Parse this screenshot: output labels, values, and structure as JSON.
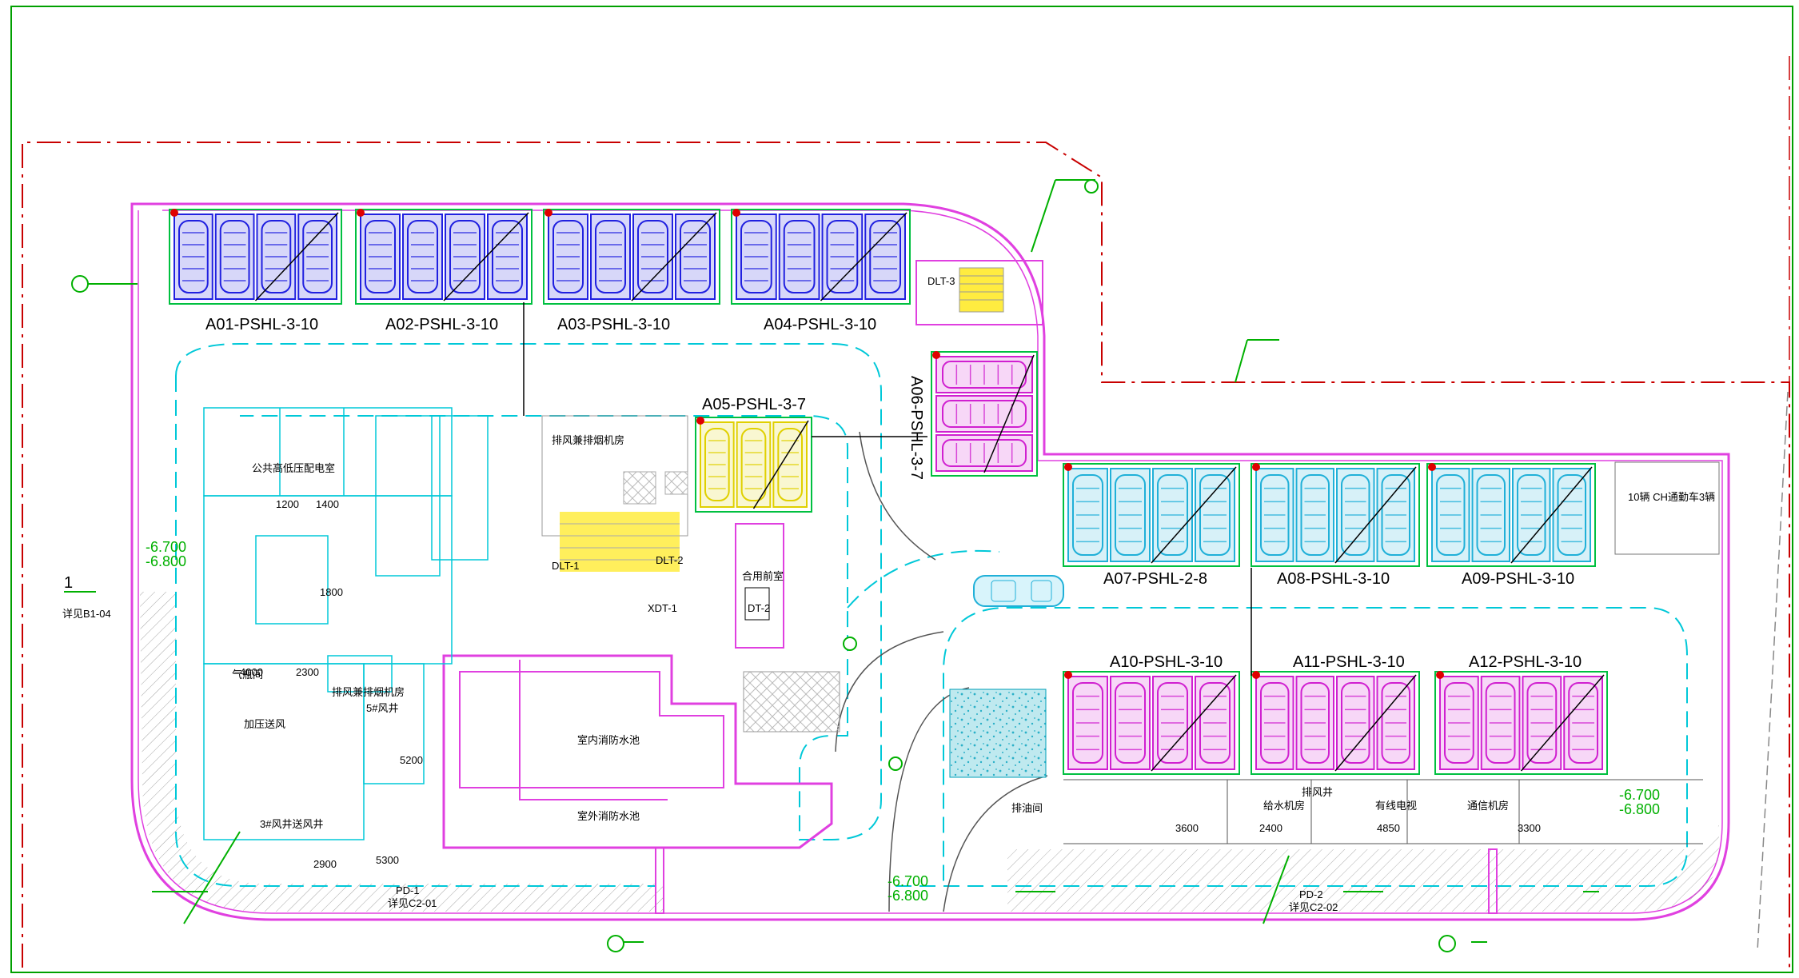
{
  "diagram": {
    "type": "underground parking floor plan (CAD drawing)",
    "colors": {
      "outer_wall": "#e040e0",
      "lane": "#00c8d8",
      "annotation": "#00b000",
      "machine_blue": "#2020e0",
      "machine_magenta": "#d020d0",
      "machine_cyan": "#20b0d8",
      "machine_yellow": "#e0d000",
      "boundary": "#d00000",
      "green_border": "#00a000"
    },
    "parking_groups": [
      {
        "id": "A01",
        "label": "A01-PSHL-3-10",
        "variant": "blue",
        "bays": 4
      },
      {
        "id": "A02",
        "label": "A02-PSHL-3-10",
        "variant": "blue",
        "bays": 4
      },
      {
        "id": "A03",
        "label": "A03-PSHL-3-10",
        "variant": "blue",
        "bays": 4
      },
      {
        "id": "A04",
        "label": "A04-PSHL-3-10",
        "variant": "blue",
        "bays": 4
      },
      {
        "id": "A05",
        "label": "A05-PSHL-3-7",
        "variant": "yellow",
        "bays": 3
      },
      {
        "id": "A06",
        "label": "A06-PSHL-3-7",
        "variant": "magenta",
        "bays": 3
      },
      {
        "id": "A07",
        "label": "A07-PSHL-2-8",
        "variant": "cyan",
        "bays": 4
      },
      {
        "id": "A08",
        "label": "A08-PSHL-3-10",
        "variant": "cyan",
        "bays": 4
      },
      {
        "id": "A09",
        "label": "A09-PSHL-3-10",
        "variant": "cyan",
        "bays": 4
      },
      {
        "id": "A10",
        "label": "A10-PSHL-3-10",
        "variant": "magenta",
        "bays": 4
      },
      {
        "id": "A11",
        "label": "A11-PSHL-3-10",
        "variant": "magenta",
        "bays": 4
      },
      {
        "id": "A12",
        "label": "A12-PSHL-3-10",
        "variant": "magenta",
        "bays": 4
      }
    ],
    "texts": {
      "dlt3": "DLT-3",
      "dlt1": "DLT-1",
      "dlt2": "DLT-2",
      "dt2": "DT-2",
      "xdt1": "XDT-1",
      "pd1": "PD-1",
      "pd2": "PD-2",
      "pd1_ref": "详见C2-01",
      "pd2_ref": "详见C2-02",
      "section_mark": "1",
      "section_ref": "详见B1-04",
      "level_left": "-6.700",
      "level_left2": "-6.800",
      "level_right": "-6.700",
      "level_right2": "-6.800",
      "level_bottom": "-6.700",
      "level_bottom2": "-6.800",
      "cart_note": "10辆 CH通勤车3辆",
      "room_pool": "室内消防水池",
      "room_pool2": "室外消防水池",
      "room_fan": "排风兼排烟机房",
      "room_fan5": "5#风井",
      "room_pump": "加压送风",
      "room_gas": "气瓶间",
      "room_elec": "公共高低压配电室",
      "room_shaft3": "3#风井送风井",
      "room_lift": "合用前室",
      "room_pump2": "排油间",
      "room_cable": "有线电视",
      "room_water": "给水机房",
      "room_tel": "通信机房",
      "room_fan2": "排风井",
      "room_exhaust": "排风兼排烟机房",
      "dim_a": "2900",
      "dim_b": "2300",
      "dim_c": "5300",
      "dim_d": "1200",
      "dim_e": "5200",
      "dim_f": "4850",
      "dim_g": "3600",
      "dim_h": "2400",
      "dim_i": "3300",
      "dim_j": "1800",
      "dim_k": "4000",
      "dim_l": "1400"
    }
  }
}
